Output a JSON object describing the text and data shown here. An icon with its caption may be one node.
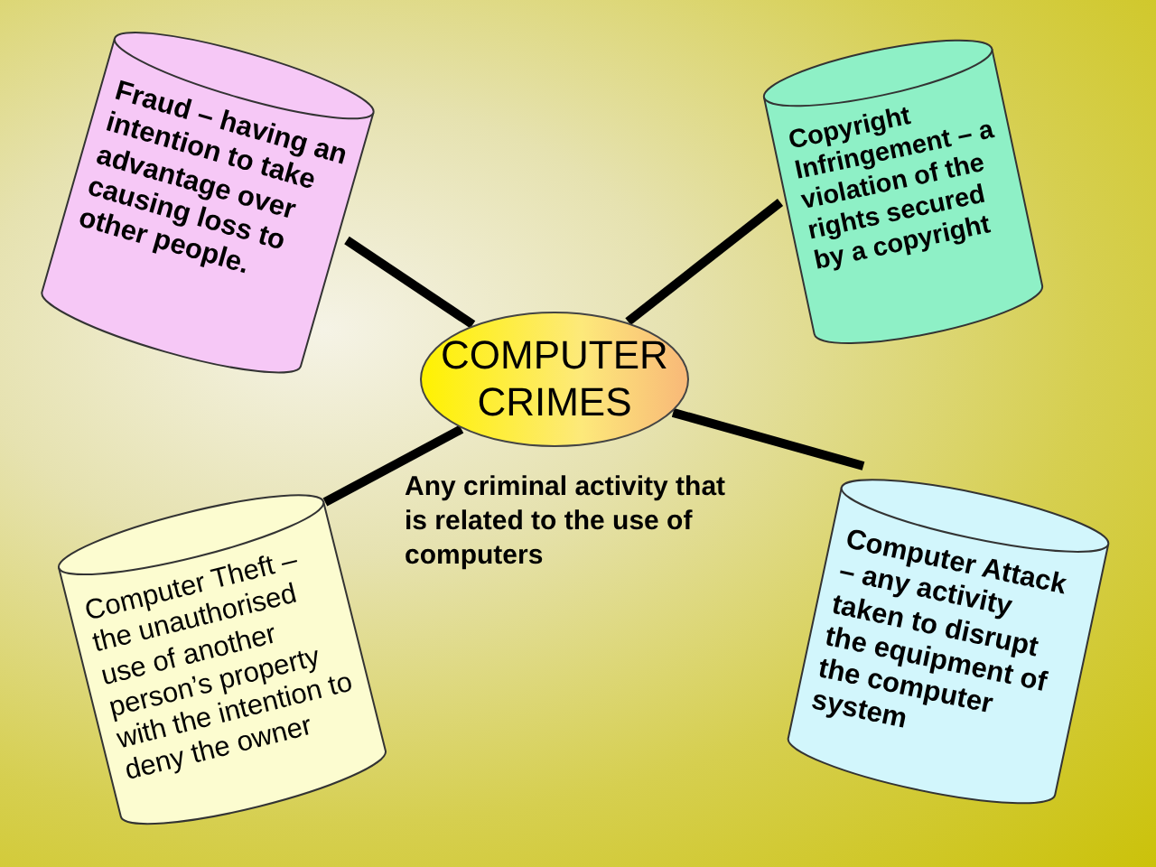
{
  "diagram": {
    "nodes": [
      {
        "text": [
          "COMPUTER CRIMES"
        ],
        "beside": [
          "Any criminal activity that is related to the use of computers"
        ]
      },
      {
        "text": [
          "Fraud – having an intention to take advantage over causing loss to other people."
        ]
      },
      {
        "text": [
          "Copyright Infringement – a violation of the rights secured by a copyright"
        ]
      },
      {
        "text": [
          "Computer Theft – the unauthorised use of another person’s property with the intention to deny the owner"
        ]
      },
      {
        "text": [
          "Computer Attack – any activity taken to disrupt the equipment of the computer system"
        ]
      }
    ],
    "edges": [
      {
        "from": 0,
        "to": 1,
        "arrow": "none"
      },
      {
        "from": 0,
        "to": 2,
        "arrow": "none"
      },
      {
        "from": 0,
        "to": 3,
        "arrow": "none"
      },
      {
        "from": 0,
        "to": 4,
        "arrow": "none"
      }
    ]
  }
}
